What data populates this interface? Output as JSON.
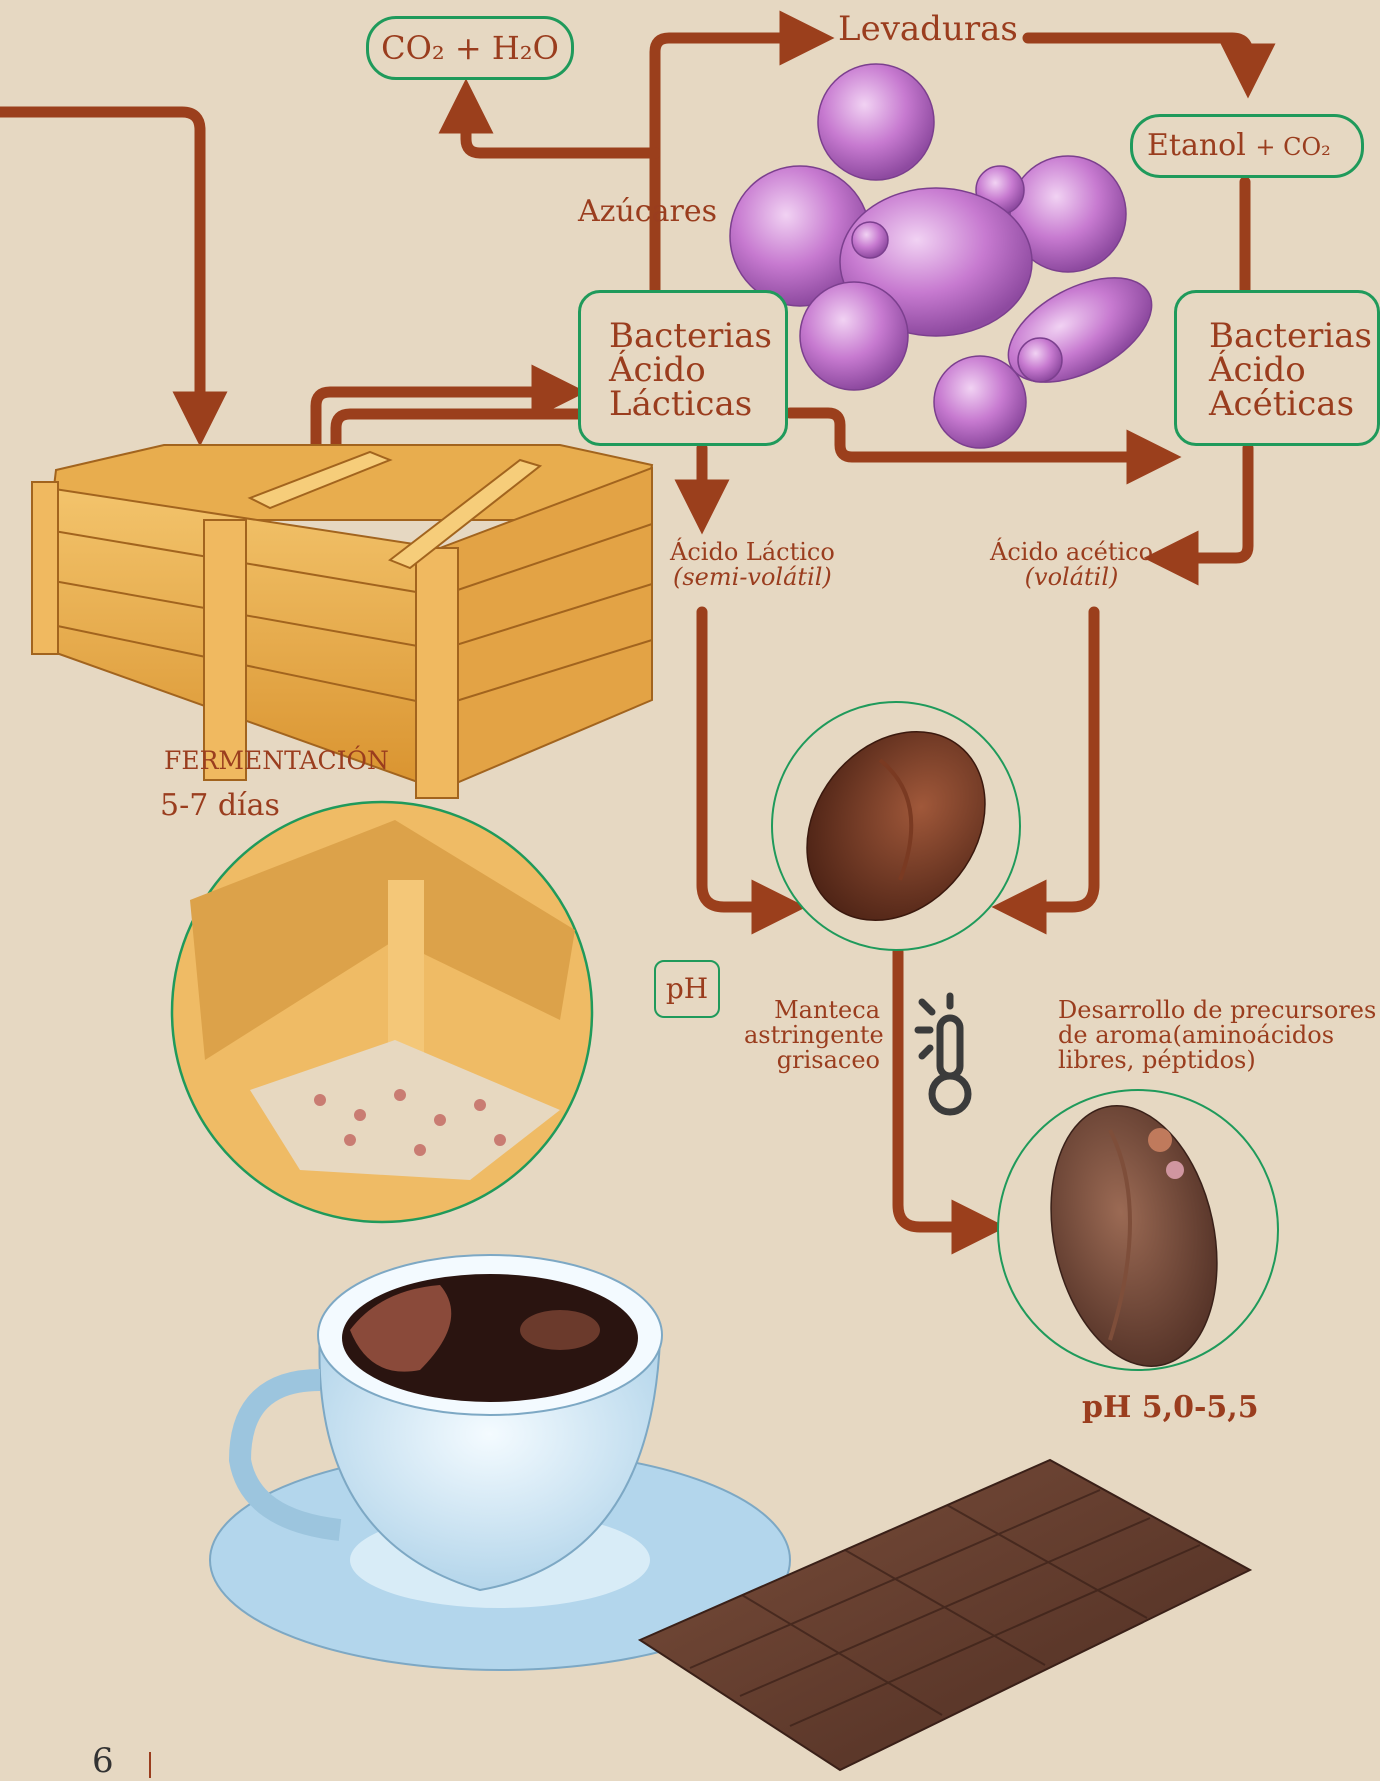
{
  "labels": {
    "co2_h2o": "CO₂ + H₂O",
    "levaduras": "Levaduras",
    "etanol": "Etanol",
    "etanol_co2": "+ CO₂",
    "azucares": "Azúcares",
    "bacterias_lacticas": [
      "Bacterias",
      "Ácido",
      "Lácticas"
    ],
    "bacterias_aceticas": [
      "Bacterias",
      "Ácido",
      "Acéticas"
    ],
    "acido_lactico": "Ácido Láctico",
    "acido_lactico_note": "(semi-volátil)",
    "acido_acetico": "Ácido acético",
    "acido_acetico_note": "(volátil)",
    "fermentacion": "FERMENTACIÓN",
    "dias": "5-7 días",
    "ph": "pH",
    "manteca": [
      "Manteca",
      "astringente",
      "grisaceo"
    ],
    "desarrollo": [
      "Desarrollo de precursores",
      "de aroma(aminoácidos",
      "libres, péptidos)"
    ],
    "ph_range": "pH 5,0-5,5",
    "page_number": "6"
  },
  "colors": {
    "background": "#e6d8c2",
    "arrow": "#9b3f1c",
    "box_border": "#1f9a5b",
    "text": "#9a3d1e"
  },
  "icons": [
    "thermometer-icon"
  ]
}
